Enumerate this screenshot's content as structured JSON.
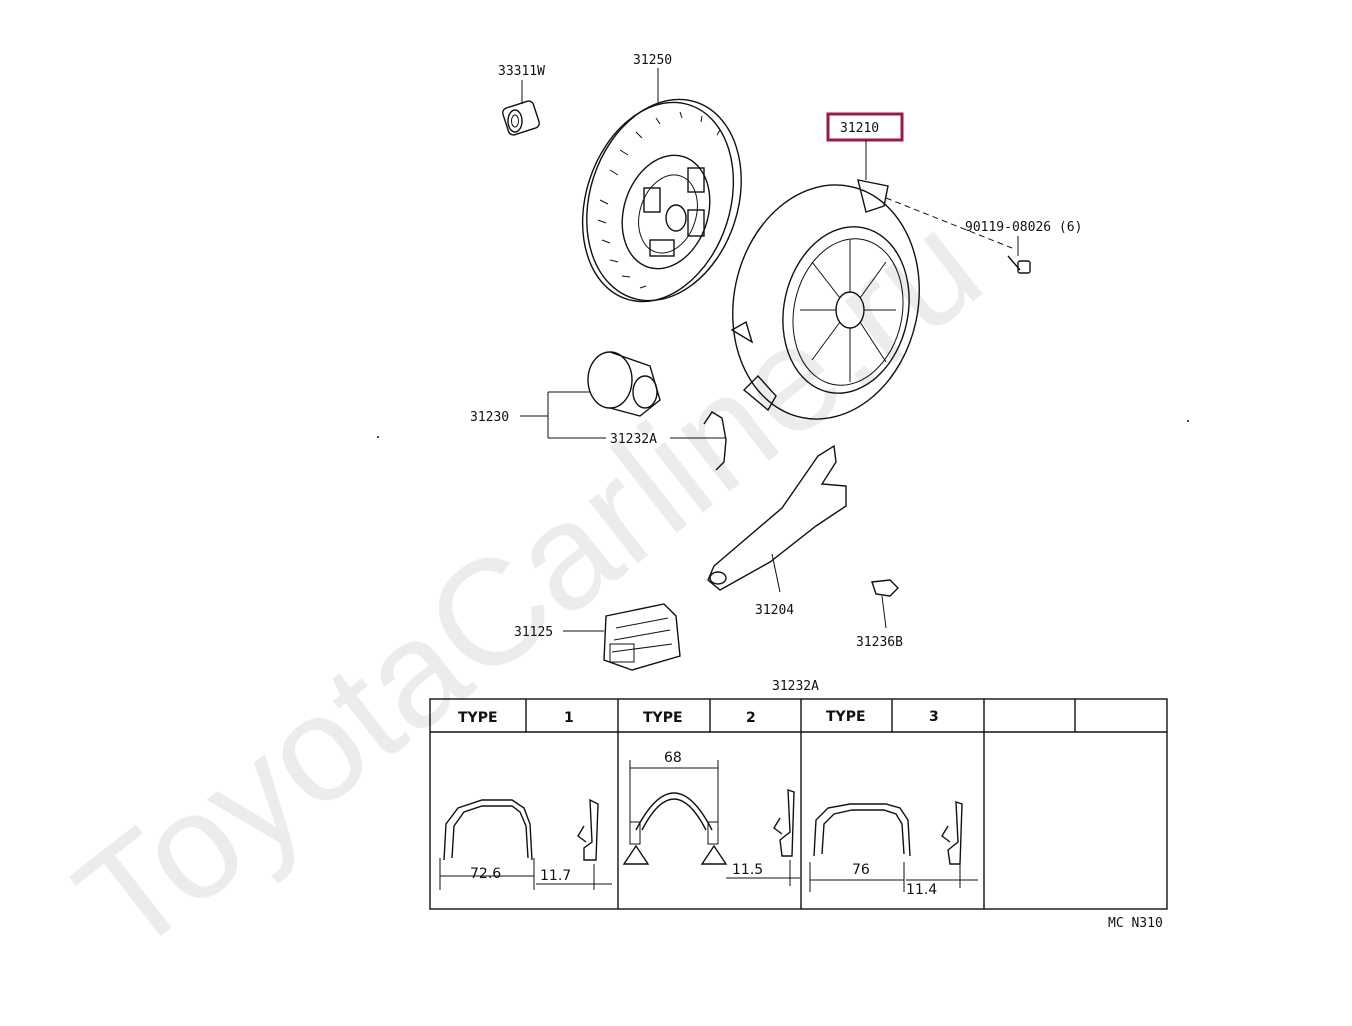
{
  "watermark": "ToyotaCarline.ru",
  "highlight_color": "#9b1a3f",
  "parts": {
    "bearing_pilot": "33311W",
    "clutch_disc": "31250",
    "cover_assembly": "31210",
    "bolt": "90119-08026 (6)",
    "release_bearing": "31230",
    "clip": "31232A",
    "release_fork": "31204",
    "boot": "31125",
    "fork_support": "31236B"
  },
  "table": {
    "title": "31232A",
    "type_label": "TYPE",
    "types": [
      "1",
      "2",
      "3"
    ],
    "dimensions": {
      "t1_width": "72.6",
      "t1_depth": "11.7",
      "t2_width": "68",
      "t2_depth": "11.5",
      "t3_width": "76",
      "t3_depth": "11.4"
    }
  },
  "diagram_code": "MC N310"
}
